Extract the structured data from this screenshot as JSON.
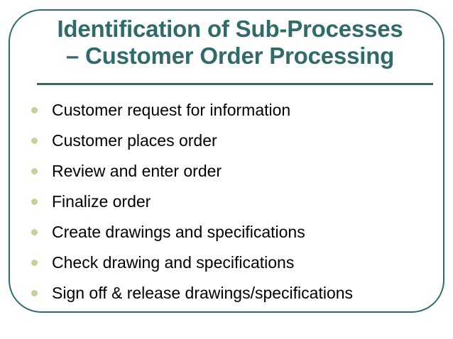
{
  "slide": {
    "title": "Identification of Sub-Processes\n– Customer Order Processing",
    "bullets": [
      {
        "text": "Customer request for information"
      },
      {
        "text": "Customer places order"
      },
      {
        "text": "Review and enter order"
      },
      {
        "text": "Finalize order"
      },
      {
        "text": "Create drawings and specifications"
      },
      {
        "text": "Check drawing and specifications"
      },
      {
        "text": "Sign off & release drawings/specifications"
      }
    ],
    "colors": {
      "frame": "#2f6b6b",
      "title": "#2f6b6b",
      "rule": "#2f6b6b",
      "bullet_marker": "#cdcd9c",
      "body_text": "#000000",
      "background": "#ffffff"
    }
  }
}
